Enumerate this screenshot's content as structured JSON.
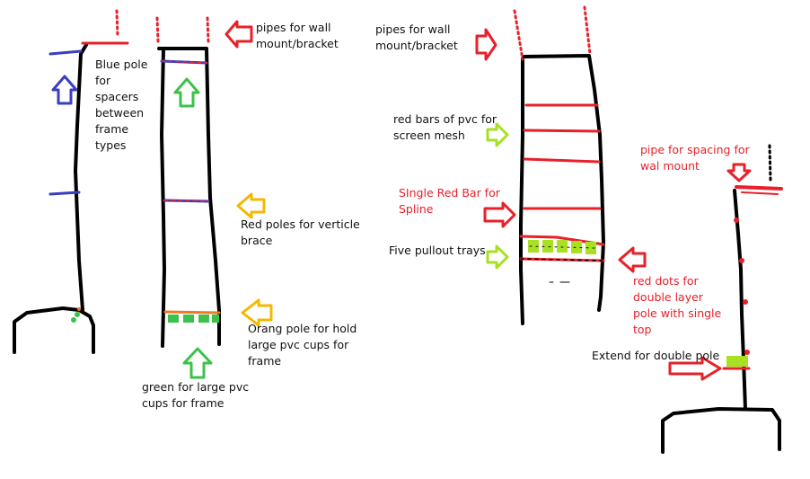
{
  "labels": {
    "pipes_wall_mount_1": "pipes for wall\nmount/bracket",
    "pipes_wall_mount_2": "pipes for wall\nmount/bracket",
    "blue_pole": "Blue pole\nfor\nspacers\nbetween\nframe\ntypes",
    "red_poles_verticle": "Red poles for verticle\nbrace",
    "orang_pole": "Orang pole for hold\nlarge pvc cups for\nframe",
    "green_cups": "green for large pvc\ncups for frame",
    "red_bars_pvc": "red bars of pvc for\nscreen mesh",
    "single_red_bar": "SIngle Red Bar for\nSpline",
    "five_pullout": "Five pullout trays",
    "pipe_spacing": "pipe for spacing for\nwal mount",
    "red_dots": "red dots for\ndouble layer\npole with single\ntop",
    "extend_double": "Extend for double pole"
  },
  "colors": {
    "frame": "#000000",
    "red": "#e8202a",
    "blue": "#3a3fbf",
    "green": "#3cc24a",
    "lime": "#a8e022",
    "yellow": "#f5b800",
    "orange": "#f07820"
  },
  "icons": [
    "arrow-left-icon",
    "arrow-right-icon",
    "arrow-up-icon",
    "arrow-down-icon"
  ]
}
